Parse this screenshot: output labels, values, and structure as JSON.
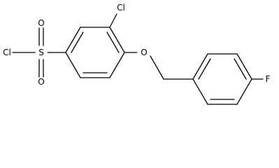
{
  "molecule": {
    "labels": {
      "sulfonyl_chloride_cl": "Cl",
      "sulfur": "S",
      "sulfonyl_oxygen_top": "O",
      "sulfonyl_oxygen_bottom": "O",
      "ring_chlorine": "Cl",
      "ether_oxygen": "O",
      "fluorine": "F"
    },
    "colors": {
      "bond": "#000000",
      "label": "#000000",
      "background": "#ffffff"
    }
  }
}
